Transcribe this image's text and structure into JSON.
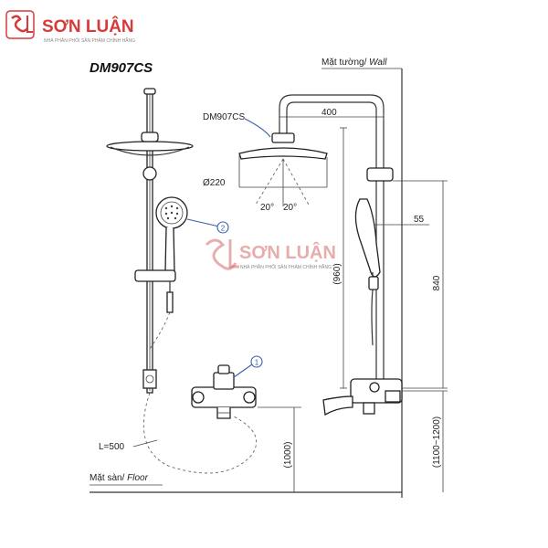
{
  "brand": {
    "name": "SƠN LUẬN",
    "tagline": "NHÀ PHÂN PHỐI SẢN PHẨM CHÍNH HÃNG",
    "logo_glyph": "SL",
    "color": "#d63a3a"
  },
  "diagram": {
    "model": "DM907CS",
    "head_label": "DM907CS",
    "wall_label": "Mặt tường/ Wall",
    "floor_label": "Mặt sàn/ Floor",
    "hose_label": "L=500",
    "callout_1": "1",
    "callout_2": "2",
    "dimensions": {
      "arm_reach": "400",
      "head_diameter": "Ø220",
      "spray_angle_left": "20°",
      "spray_angle_right": "20°",
      "holder_offset": "55",
      "bar_height": "(960)",
      "riser_height": "840",
      "mixer_height_range": "(1100~1200)",
      "mixer_height": "(1000)"
    }
  }
}
